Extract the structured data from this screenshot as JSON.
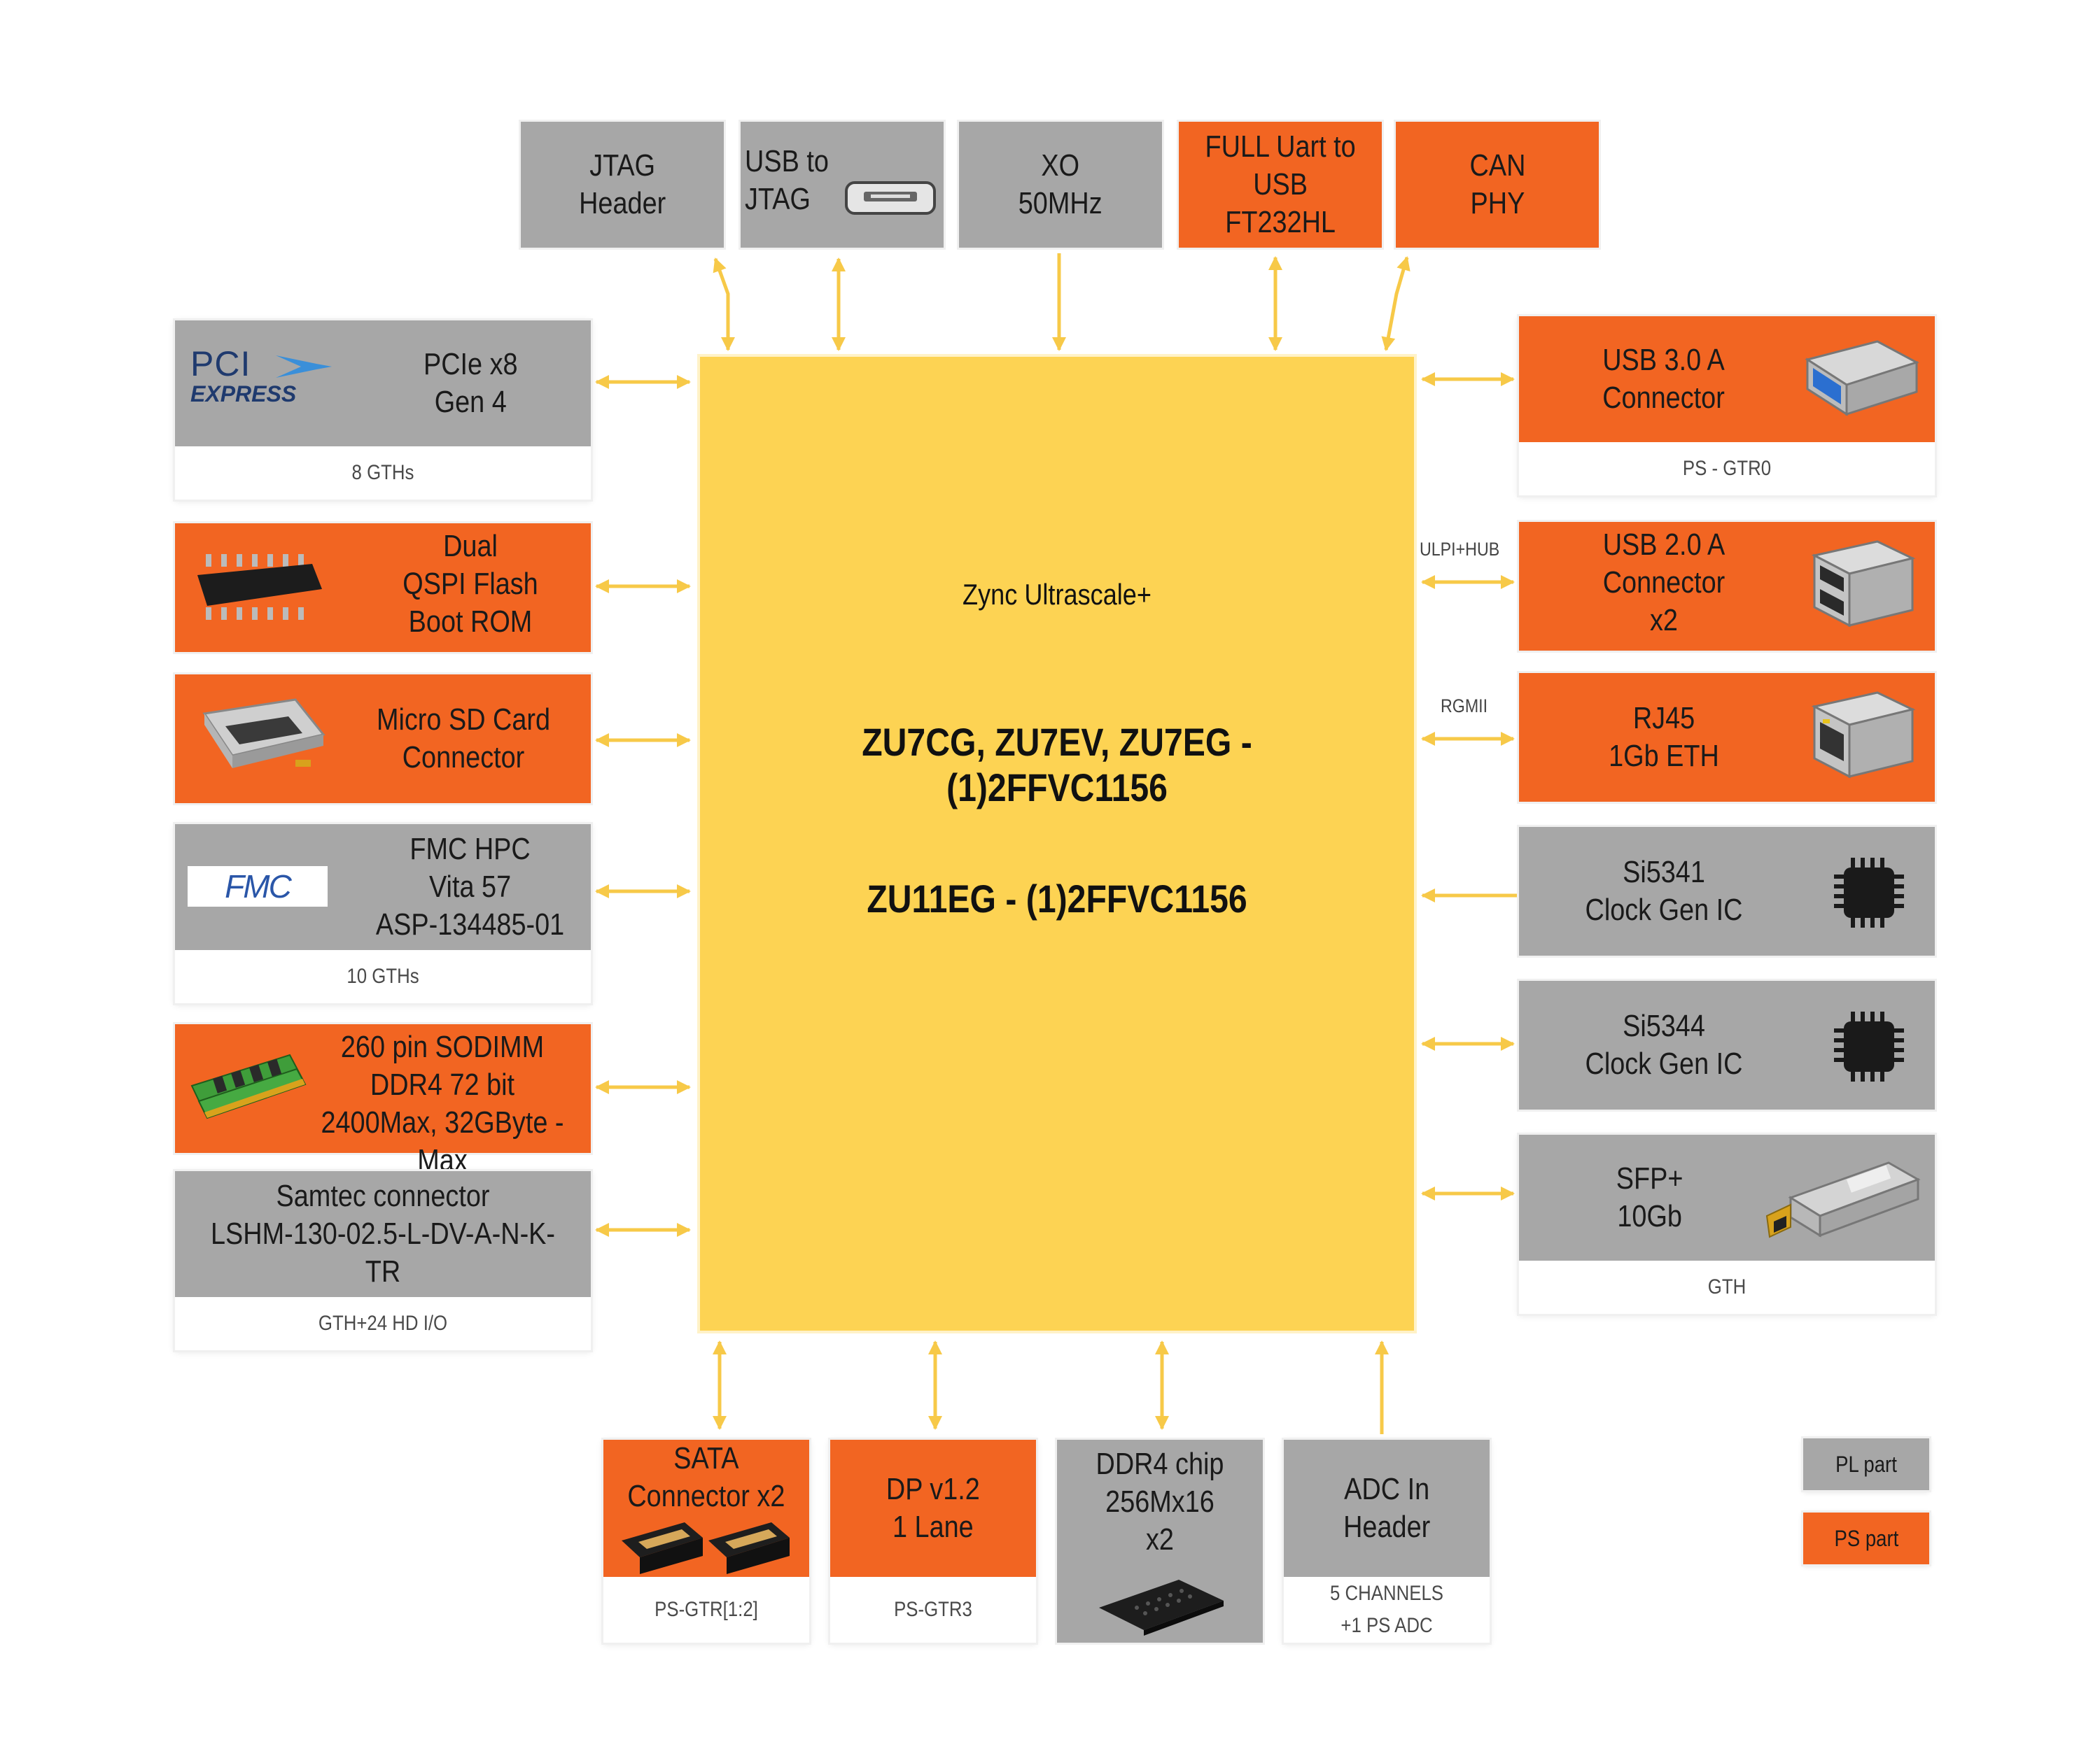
{
  "colors": {
    "pl": "#a7a7a7",
    "ps": "#f26522",
    "fpga": "#fdd353",
    "arrow": "#f7c948"
  },
  "fpga": {
    "family": "Zync Ultrascale+",
    "parts_line1": "ZU7CG,  ZU7EV, ZU7EG - (1)2FFVC1156",
    "parts_line2": "ZU11EG - (1)2FFVC1156"
  },
  "top": {
    "jtag": "JTAG\nHeader",
    "usb_jtag": "USB to\nJTAG",
    "xo": "XO\n50MHz",
    "uart": "FULL Uart to\nUSB\nFT232HL",
    "can": "CAN\nPHY"
  },
  "left": {
    "pcie": {
      "title": "PCIe x8\nGen 4",
      "sub": "8 GTHs",
      "logo_top": "PCI",
      "logo_bottom": "EXPRESS"
    },
    "qspi": {
      "title": "Dual\nQSPI Flash\nBoot ROM"
    },
    "sd": {
      "title": "Micro SD Card\nConnector"
    },
    "fmc": {
      "title": "FMC HPC\nVita 57\nASP-134485-01",
      "sub": "10 GTHs",
      "logo": "FMC"
    },
    "sodimm": {
      "title": "260 pin SODIMM\nDDR4 72 bit\n2400Max, 32GByte  - Max"
    },
    "samtec": {
      "title": "Samtec connector\nLSHM-130-02.5-L-DV-A-N-K-TR",
      "sub": "GTH+24 HD I/O"
    }
  },
  "right": {
    "usb3": {
      "title": "USB 3.0 A\nConnector",
      "sub": "PS - GTR0"
    },
    "usb2": {
      "title": "USB 2.0 A\nConnector\nx2",
      "link": "ULPI+HUB"
    },
    "rj45": {
      "title": "RJ45\n1Gb ETH",
      "link": "RGMII"
    },
    "si5341": {
      "title": "Si5341\nClock Gen IC"
    },
    "si5344": {
      "title": "Si5344\nClock Gen IC"
    },
    "sfp": {
      "title": "SFP+\n10Gb",
      "sub": "GTH"
    }
  },
  "bottom": {
    "sata": {
      "title": "SATA\nConnector x2",
      "sub": "PS-GTR[1:2]"
    },
    "dp": {
      "title": "DP v1.2\n1 Lane",
      "sub": "PS-GTR3"
    },
    "ddr4": {
      "title": "DDR4 chip\n256Mx16\nx2"
    },
    "adc": {
      "title": "ADC In\nHeader",
      "sub": "5 CHANNELS\n+1 PS ADC"
    }
  },
  "legend": {
    "pl": "PL part",
    "ps": "PS part"
  }
}
